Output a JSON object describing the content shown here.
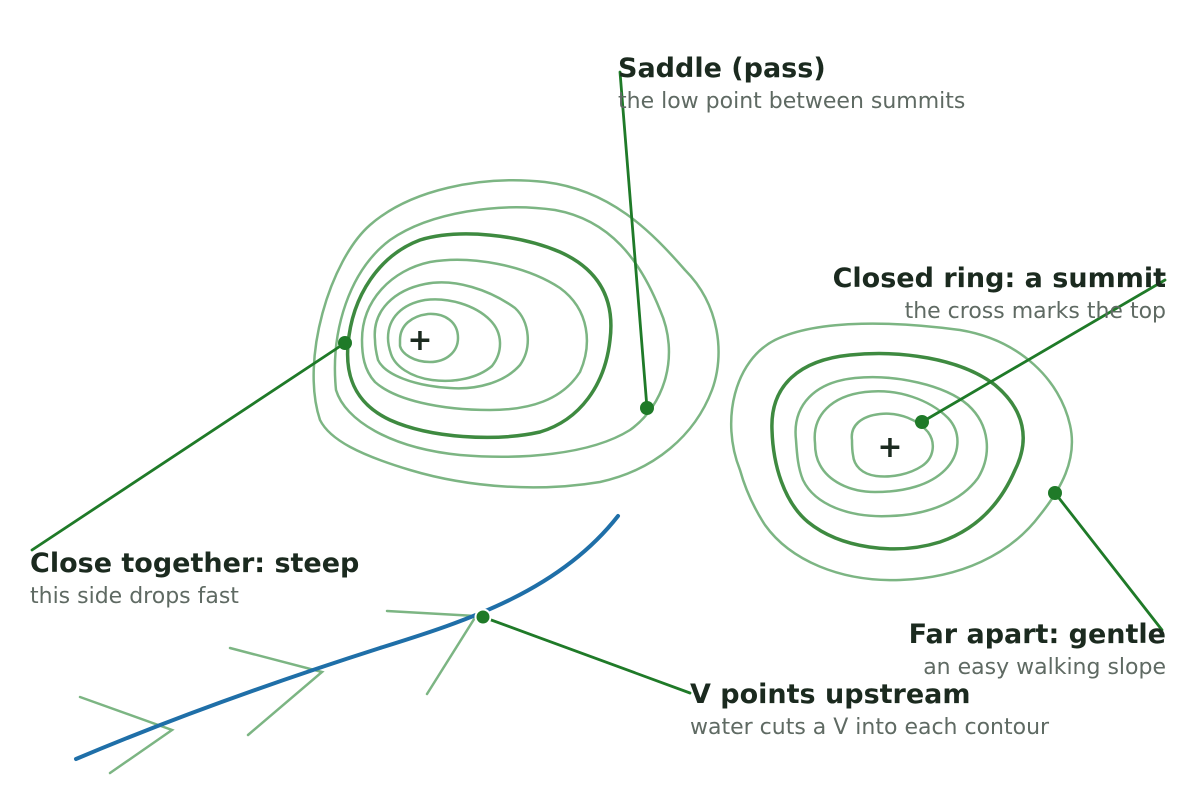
{
  "colors": {
    "contour": "#7cb583",
    "index_contour": "#3e8a40",
    "leader": "#1f7a28",
    "river": "#1f6fa8",
    "title_text": "#1b2a1f",
    "subtitle_text": "#5f6a63"
  },
  "summit_marker": "+",
  "callouts": {
    "saddle": {
      "title": "Saddle (pass)",
      "subtitle": "the low point between summits"
    },
    "summit": {
      "title": "Closed ring: a summit",
      "subtitle": "the cross marks the top"
    },
    "steep": {
      "title": "Close together: steep",
      "subtitle": "this side drops fast"
    },
    "gentle": {
      "title": "Far apart: gentle",
      "subtitle": "an easy walking slope"
    },
    "upstream": {
      "title": "V points upstream",
      "subtitle": "water cuts a V into each contour"
    }
  }
}
